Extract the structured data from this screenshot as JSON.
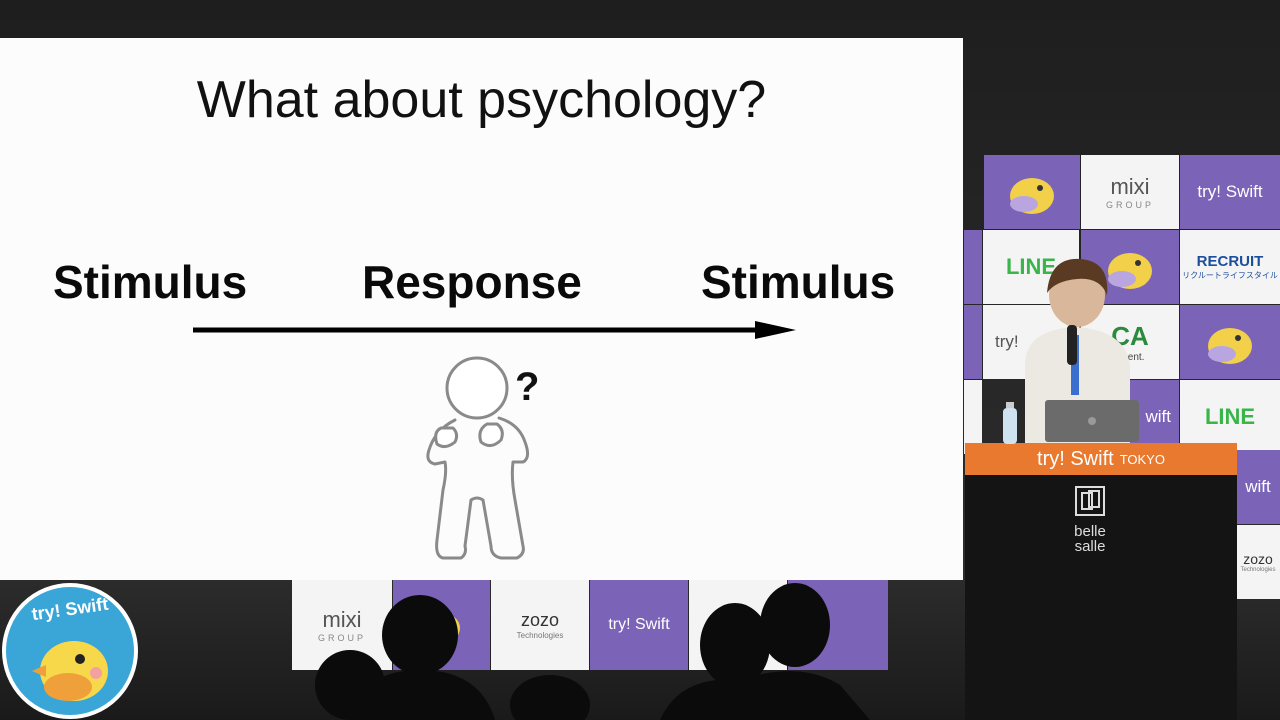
{
  "slide": {
    "title": "What about psychology?",
    "left_label": "Stimulus",
    "middle_label": "Response",
    "right_label": "Stimulus",
    "figure_mark": "?"
  },
  "backdrop": {
    "tiles": [
      {
        "text": "mixi",
        "sub": "GROUP"
      },
      {
        "text": "try! Swift"
      },
      {
        "text": "LINE"
      },
      {
        "text": "RECRUIT",
        "sub": "リクルートライフスタイル"
      },
      {
        "text": "try!"
      },
      {
        "text": "CA",
        "sub": "Agent."
      },
      {
        "text": "wift"
      },
      {
        "text": "LINE"
      },
      {
        "text": "wift"
      },
      {
        "text": "zozo",
        "sub": "Technologies"
      },
      {
        "text": "mixi",
        "sub": "GROUP"
      },
      {
        "text": "zozo",
        "sub": "Technologies"
      },
      {
        "text": "try! Swift"
      },
      {
        "text": "CA"
      }
    ]
  },
  "podium": {
    "banner_main": "try! Swift",
    "banner_sub": "TOKYO",
    "logo_line1": "belle",
    "logo_line2": "salle"
  },
  "badge": {
    "text": "try! Swift"
  },
  "colors": {
    "purple": "#7b63b8",
    "orange": "#e8792e",
    "badge_blue": "#3aa6d8"
  }
}
